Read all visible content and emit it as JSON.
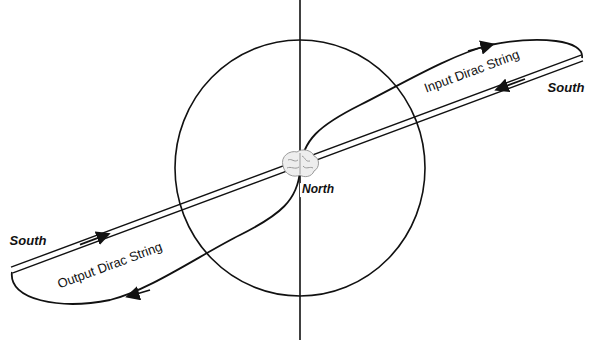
{
  "diagram": {
    "labels": [
      "Input Dirac String",
      "South",
      "North",
      "South",
      "Output Dirac String"
    ]
  }
}
